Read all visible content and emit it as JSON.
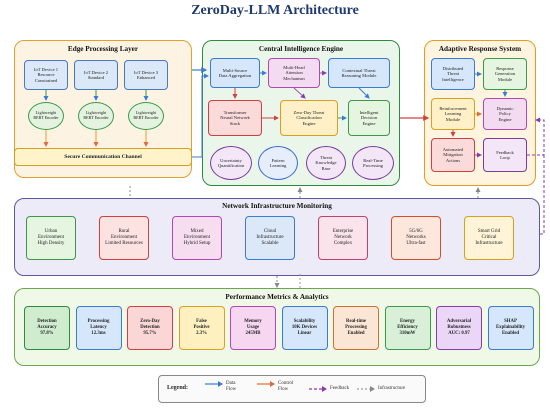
{
  "title": "ZeroDay-LLM Architecture",
  "edge": {
    "title": "Edge Processing Layer",
    "devices": [
      "IoT Device 1\nResource\nConstrained",
      "IoT Device 2\nStandard",
      "IoT Device 3\nEnhanced"
    ],
    "encoder": "Lightweight\nBERT Encoder",
    "secure_channel": "Secure Communication Channel"
  },
  "central": {
    "title": "Central Intelligence Engine",
    "multi_source": "Multi-Source\nData Aggregation",
    "attention": "Multi-Head\nAttention\nMechanism",
    "contextual": "Contextual Threat\nReasoning Module",
    "transformer": "Transformer\nNeural Network\nStack",
    "zeroday": "Zero-Day Threat\nClassification\nEngine",
    "decision": "Intelligent\nDecision\nEngine",
    "ovals": [
      "Uncertainty\nQuantification",
      "Pattern\nLearning",
      "Threat\nKnowledge\nBase",
      "Real-Time\nProcessing"
    ]
  },
  "adaptive": {
    "title": "Adaptive Response System",
    "items": [
      "Distributed\nThreat\nIntelligence",
      "Response\nGeneration\nModule",
      "Reinforcement\nLearning\nModule",
      "Dynamic\nPolicy\nEngine",
      "Automated\nMitigation\nActions",
      "Feedback\nLoop"
    ]
  },
  "network": {
    "title": "Network Infrastructure Monitoring",
    "items": [
      "Urban\nEnvironment\nHigh Density",
      "Rural\nEnvironment\nLimited Resources",
      "Mixed\nEnvironment\nHybrid Setup",
      "Cloud\nInfrastructure\nScalable",
      "Enterprise\nNetwork\nComplex",
      "5G/6G\nNetworks\nUltra-fast",
      "Smart Grid\nCritical\nInfrastructure"
    ]
  },
  "metrics": {
    "title": "Performance Metrics & Analytics",
    "items": [
      "Detection\nAccuracy\n97.8%",
      "Processing\nLatency\n12.3ms",
      "Zero-Day\nDetection\n95.7%",
      "False\nPositive\n2.3%",
      "Memory\nUsage\n245MB",
      "Scalability\n10K Devices\nLinear",
      "Real-time\nProcessing\nEnabled",
      "Energy\nEfficiency\n310mW",
      "Adversarial\nRobustness\nAUC: 0.97",
      "SHAP\nExplainability\nEnabled"
    ]
  },
  "legend": {
    "title": "Legend:",
    "items": [
      "Data\nFlow",
      "Control\nFlow",
      "Feedback",
      "Infrastructure"
    ]
  },
  "colors": {
    "edge_bg": "#fdf3e3",
    "edge_border": "#e0a030",
    "central_bg": "#eaf6ea",
    "central_border": "#2e8b3e",
    "adaptive_bg": "#fff4e0",
    "adaptive_border": "#e89a20",
    "network_bg": "#ecebf7",
    "network_border": "#5a5aa0",
    "metrics_bg": "#f0f8e8",
    "metrics_border": "#6aa84f",
    "data_flow": "#3a7bd5",
    "control_flow": "#e06a3a",
    "feedback": "#8a3ab0",
    "infrastructure": "#888888"
  }
}
